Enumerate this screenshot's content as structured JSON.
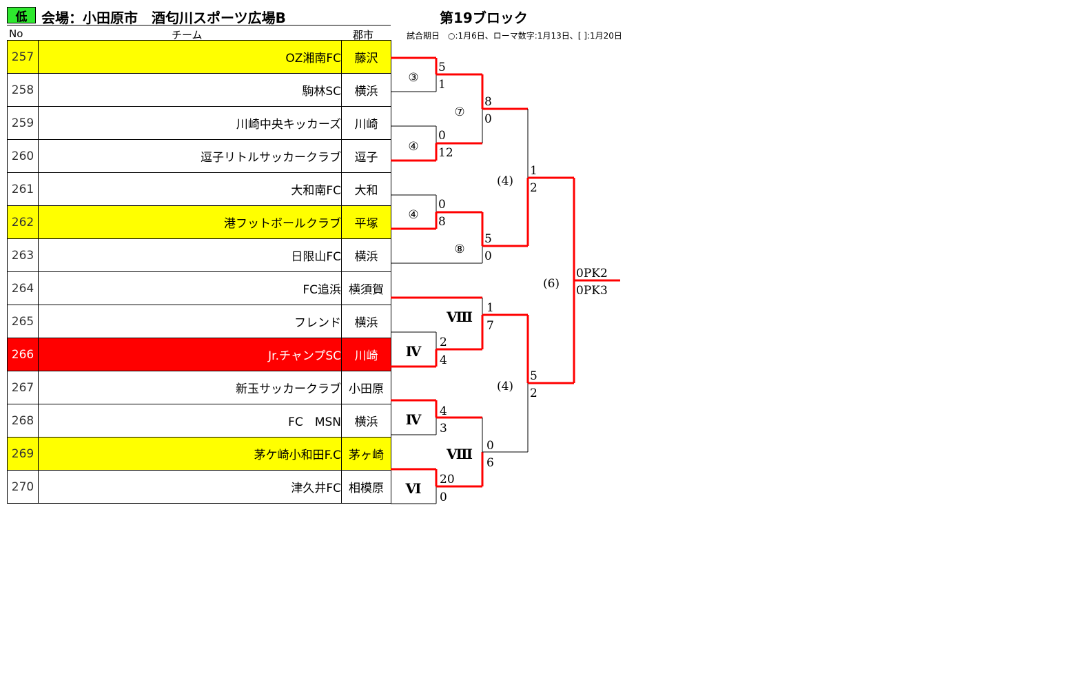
{
  "header": {
    "level_badge": "低",
    "venue": "会場：小田原市　酒匂川スポーツ広場B",
    "block_title": "第19ブロック",
    "schedule_note": "試合期日　○:1月6日、ローマ数字:1月13日、[ ]:1月20日"
  },
  "columns": {
    "no": "No",
    "team": "チーム",
    "city": "郡市"
  },
  "teams": [
    {
      "no": "257",
      "name": "OZ湘南FC",
      "city": "藤沢",
      "highlight": "yellow"
    },
    {
      "no": "258",
      "name": "駒林SC",
      "city": "横浜",
      "highlight": "none"
    },
    {
      "no": "259",
      "name": "川崎中央キッカーズ",
      "city": "川崎",
      "highlight": "none"
    },
    {
      "no": "260",
      "name": "逗子リトルサッカークラブ",
      "city": "逗子",
      "highlight": "none"
    },
    {
      "no": "261",
      "name": "大和南FC",
      "city": "大和",
      "highlight": "none"
    },
    {
      "no": "262",
      "name": "港フットボールクラブ",
      "city": "平塚",
      "highlight": "yellow"
    },
    {
      "no": "263",
      "name": "日限山FC",
      "city": "横浜",
      "highlight": "none"
    },
    {
      "no": "264",
      "name": "FC追浜",
      "city": "横須賀",
      "highlight": "none"
    },
    {
      "no": "265",
      "name": "フレンド",
      "city": "横浜",
      "highlight": "none"
    },
    {
      "no": "266",
      "name": "Jr.チャンプSC",
      "city": "川崎",
      "highlight": "red"
    },
    {
      "no": "267",
      "name": "新玉サッカークラブ",
      "city": "小田原",
      "highlight": "none"
    },
    {
      "no": "268",
      "name": "FC　MSN",
      "city": "横浜",
      "highlight": "none"
    },
    {
      "no": "269",
      "name": "茅ケ崎小和田F.C",
      "city": "茅ヶ崎",
      "highlight": "yellow"
    },
    {
      "no": "270",
      "name": "津久井FC",
      "city": "相模原",
      "highlight": "none"
    }
  ],
  "bracket": {
    "round_labels": [
      "③",
      "④",
      "④",
      "Ⅳ",
      "Ⅳ",
      "Ⅵ",
      "⑦",
      "⑧",
      "Ⅷ",
      "Ⅷ",
      "(4)",
      "(4)",
      "(6)"
    ],
    "scores": [
      "5",
      "1",
      "0",
      "12",
      "0",
      "8",
      "2",
      "4",
      "4",
      "3",
      "20",
      "0",
      "8",
      "0",
      "5",
      "0",
      "1",
      "7",
      "0",
      "6",
      "1",
      "2",
      "5",
      "2",
      "0PK2",
      "0PK3"
    ]
  },
  "colors": {
    "winner_line": "#ff0000",
    "loser_line": "#000000",
    "yellow_row": "#ffff00",
    "red_row": "#ff0000",
    "level_badge": "#2ee82e"
  }
}
